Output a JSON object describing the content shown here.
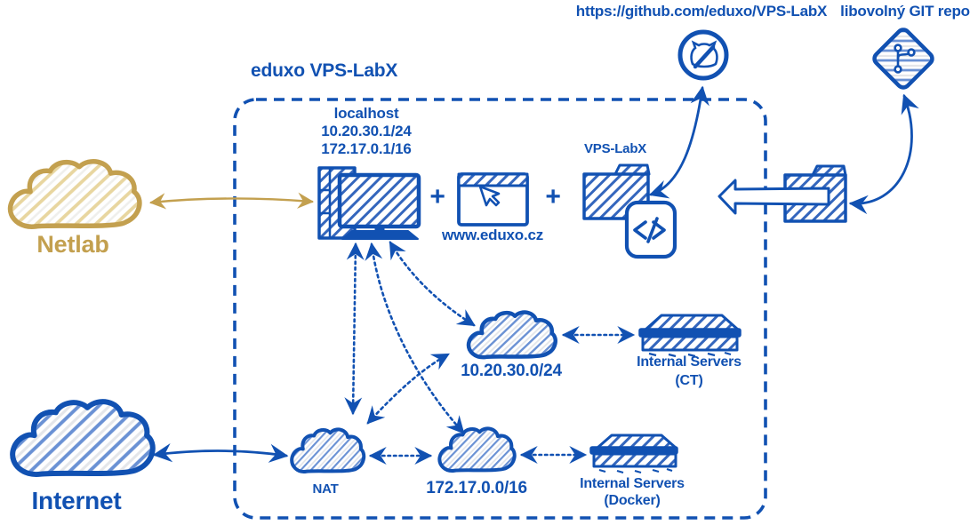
{
  "colors": {
    "blue": "#1151b2",
    "gold": "#c3a04f"
  },
  "title": "eduxo VPS-LabX",
  "remote": {
    "github_url": "https://github.com/eduxo/VPS-LabX",
    "git_repo_label": "libovolný GIT repo"
  },
  "host": {
    "name": "localhost",
    "ip1": "10.20.30.1/24",
    "ip2": "172.17.0.1/16"
  },
  "composition": {
    "plus1": "+",
    "plus2": "+",
    "browser_label": "www.eduxo.cz",
    "repo_folder_label": "VPS-LabX"
  },
  "clouds": {
    "netlab": "Netlab",
    "internet": "Internet",
    "nat": "NAT",
    "subnet_ct": "10.20.30.0/24",
    "subnet_docker": "172.17.0.0/16"
  },
  "servers": {
    "ct": {
      "line1": "Internal Servers",
      "line2": "(CT)"
    },
    "docker": {
      "line1": "Internal Servers",
      "line2": "(Docker)"
    }
  }
}
